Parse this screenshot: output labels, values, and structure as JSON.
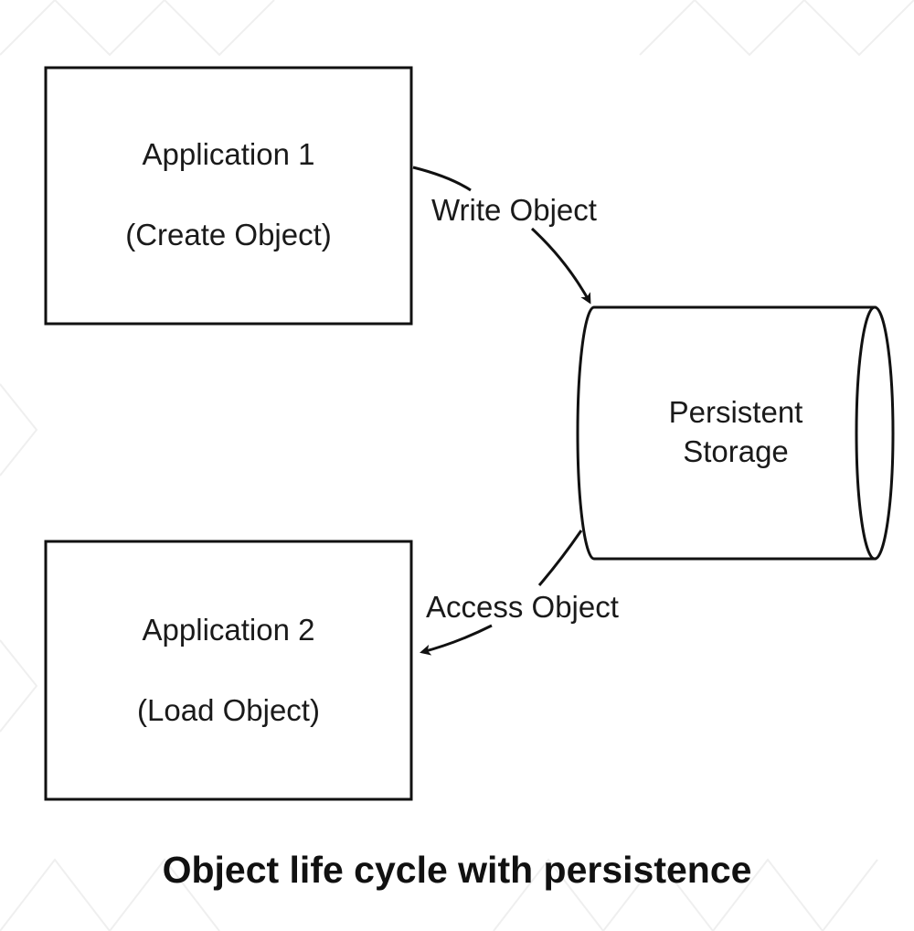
{
  "diagram": {
    "nodes": {
      "app1": {
        "line1": "Application 1",
        "line2": "(Create Object)"
      },
      "app2": {
        "line1": "Application 2",
        "line2": "(Load Object)"
      },
      "storage": {
        "line1": "Persistent",
        "line2": "Storage"
      }
    },
    "edges": {
      "write": {
        "label": "Write Object"
      },
      "access": {
        "label": "Access Object"
      }
    },
    "caption": "Object life cycle with persistence"
  },
  "colors": {
    "stroke": "#111111",
    "pattern": "#f1f1f1"
  }
}
